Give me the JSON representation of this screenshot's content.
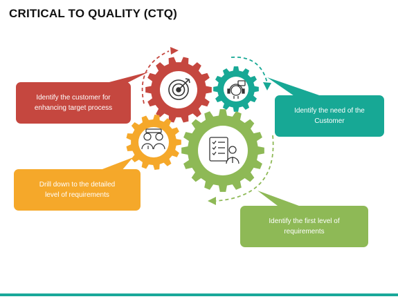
{
  "title": "CRITICAL TO QUALITY (CTQ)",
  "colors": {
    "red": "#c5473f",
    "teal": "#17a895",
    "orange": "#f5a82a",
    "green": "#8eb956",
    "accent_rule": "#1aa89a"
  },
  "callouts": {
    "red": {
      "line1": "Identify the customer for",
      "line2": "enhancing target process"
    },
    "teal": {
      "line1": "Identify the need of the",
      "line2": "Customer"
    },
    "orange": {
      "line1": "Drill down to the detailed",
      "line2": "level of requirements"
    },
    "green": {
      "line1": "Identify the first level of",
      "line2": "requirements"
    }
  },
  "icons": [
    "target-icon",
    "customer-service-icon",
    "people-feedback-icon",
    "requirements-checklist-icon"
  ]
}
